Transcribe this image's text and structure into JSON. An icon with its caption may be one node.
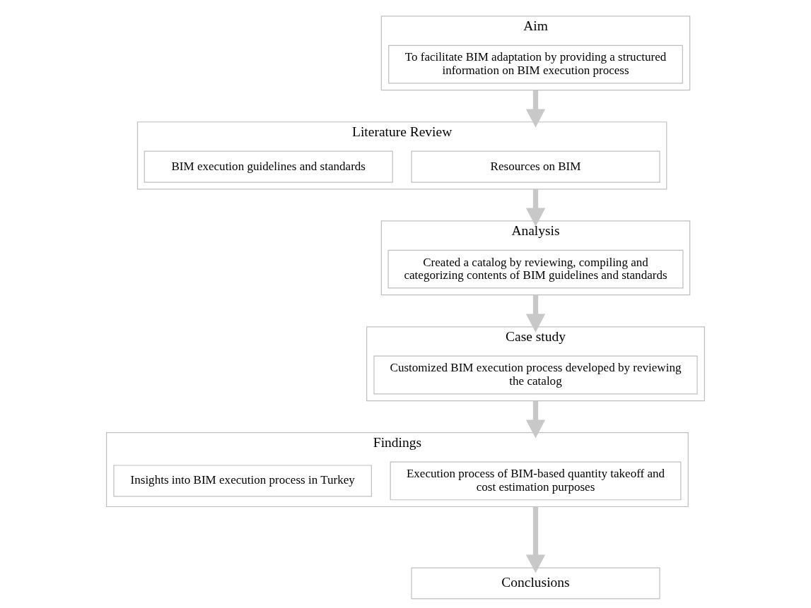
{
  "diagram": {
    "nodes": [
      {
        "text": [
          "Aim"
        ]
      },
      {
        "text": [
          "To facilitate BIM adaptation by providing a structured information on BIM execution process"
        ],
        "in": 0
      },
      {
        "text": [
          "Literature Review"
        ]
      },
      {
        "text": [
          "Resources on BIM"
        ],
        "in": 2
      },
      {
        "text": [
          "BIM execution guidelines and standards"
        ],
        "in": 2
      },
      {
        "text": [
          "Analysis"
        ]
      },
      {
        "text": [
          "Created a catalog by reviewing, compiling and categorizing contents of BIM guidelines and standards"
        ],
        "in": 5
      },
      {
        "text": [
          "Case study"
        ]
      },
      {
        "text": [
          "Customized BIM execution process developed by reviewing the catalog"
        ],
        "in": 7
      },
      {
        "text": [
          "Findings"
        ]
      },
      {
        "text": [
          "Execution process of BIM-based quantity takeoff and cost estimation purposes"
        ],
        "in": 9
      },
      {
        "text": [
          "Insights into BIM execution process in Turkey"
        ],
        "in": 9
      },
      {
        "text": [
          "Conclusions"
        ]
      }
    ],
    "edges": [
      {
        "from": 0,
        "to": 2,
        "arrow": "to"
      },
      {
        "from": 2,
        "to": 5,
        "arrow": "to"
      },
      {
        "from": 5,
        "to": 7,
        "arrow": "to"
      },
      {
        "from": 7,
        "to": 9,
        "arrow": "to"
      },
      {
        "from": 9,
        "to": 12,
        "arrow": "to"
      }
    ]
  }
}
